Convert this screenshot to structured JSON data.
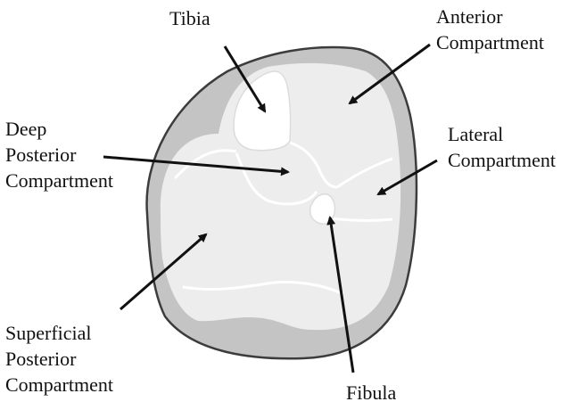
{
  "colors": {
    "outer_ring": "#c4c4c4",
    "outer_stroke": "#3c3c3c",
    "compartment_fill": "#ededed",
    "septum_stroke": "#ffffff",
    "bone_fill": "#ffffff",
    "arrow": "#111111"
  },
  "labels": {
    "tibia": "Tibia",
    "anterior": [
      "Anterior",
      "Compartment"
    ],
    "deep_posterior": [
      "Deep",
      "Posterior",
      "Compartment"
    ],
    "lateral": [
      "Lateral",
      "Compartment"
    ],
    "superficial_posterior": [
      "Superficial",
      "Posterior",
      "Compartment"
    ],
    "fibula": "Fibula"
  }
}
